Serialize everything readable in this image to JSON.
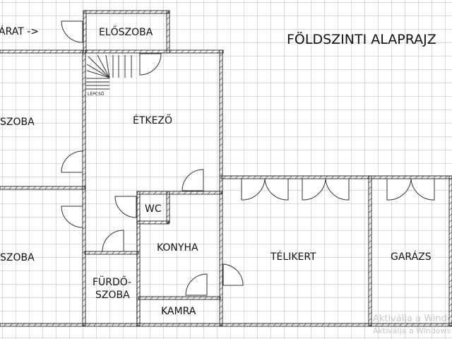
{
  "title": "FÖLDSZINTI ALAPRAJZ",
  "entrance_label": "ÁRAT ->",
  "rooms": {
    "eloszoba": "ELŐSZOBA",
    "lepcso": "LÉPCSŐ",
    "szoba_top": "SZOBA",
    "szoba_bottom": "SZOBA",
    "etkezo": "ÉTKEZŐ",
    "wc": "WC",
    "konyha": "KONYHA",
    "furdo_line1": "FÜRDŐ-",
    "furdo_line2": "SZOBA",
    "kamra": "KAMRA",
    "telikert": "TÉLIKERT",
    "garazs": "GARÁZS"
  },
  "watermark": {
    "line1": "Aktiválja a Windows",
    "line2": "Aktiválja a Windows"
  },
  "colors": {
    "grid": "#b4b4b4",
    "wall": "#333333",
    "background": "#ffffff"
  }
}
